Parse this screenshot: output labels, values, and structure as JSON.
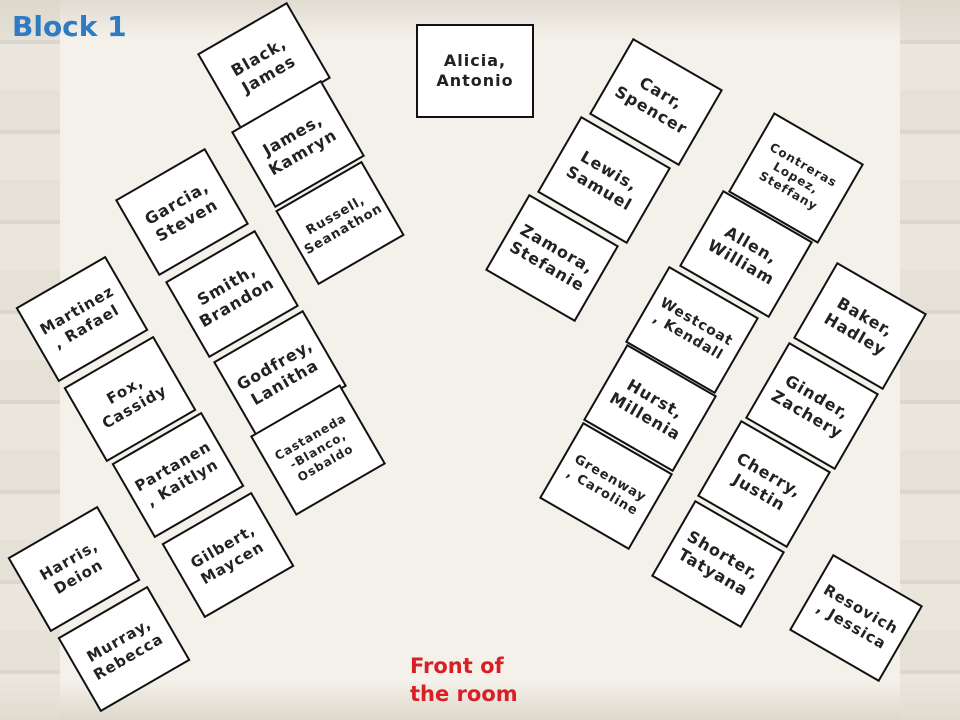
{
  "title": "Block 1",
  "front_label": "Front of\nthe room",
  "desks": {
    "alicia_antonio": "Alicia,\nAntonio",
    "black_james": "Black,\nJames",
    "james_kamryn": "James,\nKamryn",
    "russell_seanathon": "Russell,\nSeanathon",
    "garcia_steven": "Garcia,\nSteven",
    "smith_brandon": "Smith,\nBrandon",
    "godfrey_lanitha": "Godfrey,\nLanitha",
    "castaneda_osbaldo": "Castaneda\n-Blanco,\nOsbaldo",
    "martinez_rafael": "Martinez\n, Rafael",
    "fox_cassidy": "Fox,\nCassidy",
    "partanen_kaitlyn": "Partanen\n, Kaitlyn",
    "gilbert_maycen": "Gilbert,\nMaycen",
    "harris_deion": "Harris,\nDeion",
    "murray_rebecca": "Murray,\nRebecca",
    "carr_spencer": "Carr,\nSpencer",
    "lewis_samuel": "Lewis,\nSamuel",
    "zamora_stefanie": "Zamora,\nStefanie",
    "contreras_steffany": "Contreras\nLopez,\nSteffany",
    "allen_william": "Allen,\nWilliam",
    "westcoat_kendall": "Westcoat\n, Kendall",
    "hurst_millenia": "Hurst,\nMillenia",
    "greenway_caroline": "Greenway\n, Caroline",
    "baker_hadley": "Baker,\nHadley",
    "ginder_zachery": "Ginder,\nZachery",
    "cherry_justin": "Cherry,\nJustin",
    "shorter_tatyana": "Shorter,\nTatyana",
    "resovich_jessica": "Resovich\n, Jessica"
  }
}
